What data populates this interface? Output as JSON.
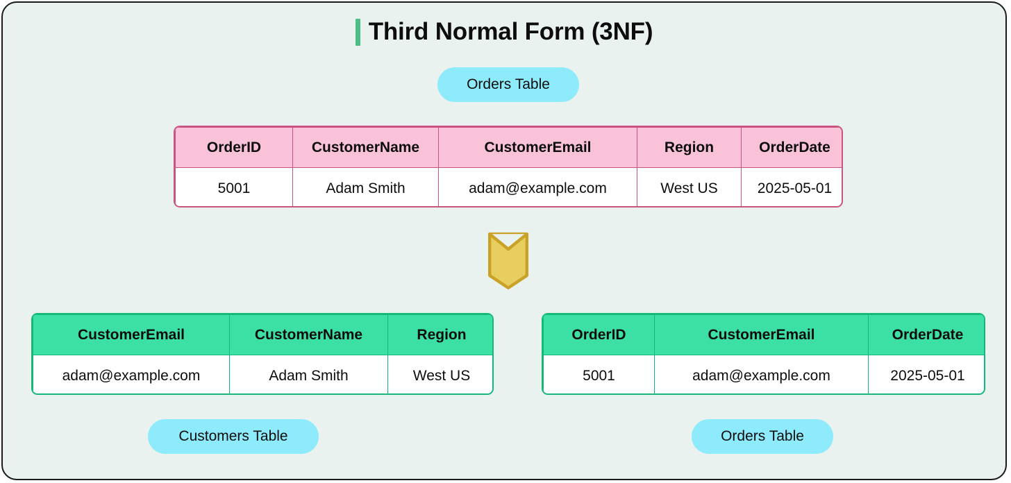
{
  "title": "Third Normal Form (3NF)",
  "colors": {
    "background": "#E9F2EF",
    "card_border": "#1a1a1a",
    "title_accent": "#4CBE86",
    "pill_fill": "#8DEBFB",
    "pink_header_fill": "#F9C2D8",
    "pink_border": "#C9547F",
    "green_header_fill": "#3CE0A5",
    "green_border": "#14B97A",
    "arrow_fill": "#E8CE5E",
    "arrow_border": "#C9A227",
    "cell_fill": "#FFFFFF",
    "text": "#0D0D0D"
  },
  "labels": {
    "top_pill": "Orders Table",
    "bottom_left_pill": "Customers Table",
    "bottom_right_pill": "Orders Table"
  },
  "arrow": {
    "icon": "chevron-down-banner-icon",
    "direction": "down"
  },
  "tables": {
    "orders_before": {
      "name": "Orders Table",
      "columns": [
        "OrderID",
        "CustomerName",
        "CustomerEmail",
        "Region",
        "OrderDate"
      ],
      "rows": [
        [
          "5001",
          "Adam Smith",
          "adam@example.com",
          "West US",
          "2025-05-01"
        ]
      ]
    },
    "customers_after": {
      "name": "Customers Table",
      "columns": [
        "CustomerEmail",
        "CustomerName",
        "Region"
      ],
      "rows": [
        [
          "adam@example.com",
          "Adam Smith",
          "West US"
        ]
      ]
    },
    "orders_after": {
      "name": "Orders Table",
      "columns": [
        "OrderID",
        "CustomerEmail",
        "OrderDate"
      ],
      "rows": [
        [
          "5001",
          "adam@example.com",
          "2025-05-01"
        ]
      ]
    }
  }
}
